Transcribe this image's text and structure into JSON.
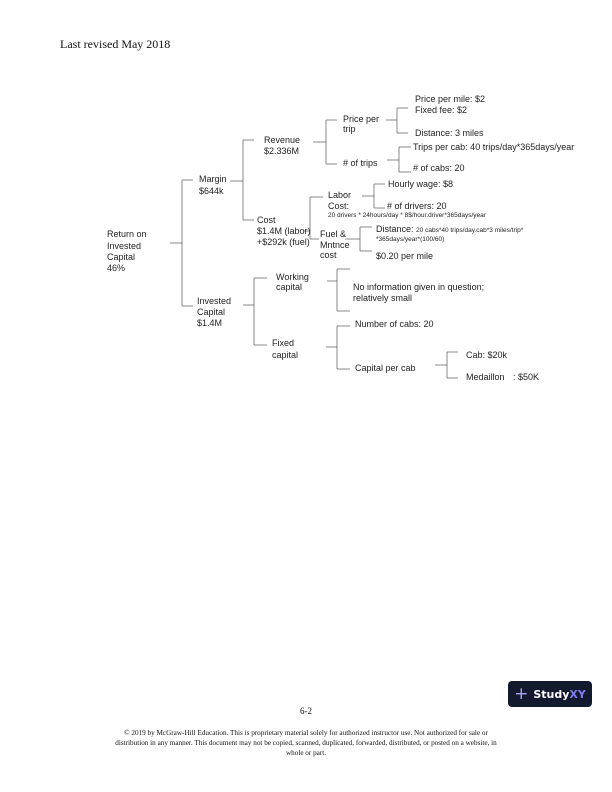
{
  "header": {
    "revised": "Last revised May 2018"
  },
  "tree": {
    "root": [
      "Return on",
      "Invested",
      "Capital",
      "46%"
    ],
    "margin": [
      "Margin",
      "$644k"
    ],
    "revenue": [
      "Revenue",
      "$2.336M"
    ],
    "price_per_trip": [
      "Price per",
      "trip"
    ],
    "price_per_mile": "Price per mile: $2",
    "fixed_fee": "Fixed fee: $2",
    "distance_miles": "Distance: 3 miles",
    "num_trips": "# of trips",
    "trips_per_cab": "Trips per cab: 40 trips/day*365days/year",
    "num_cabs": "# of cabs: 20",
    "cost": [
      "Cost",
      "$1.4M (labor)",
      "+$292k (fuel)"
    ],
    "labor_cost": [
      "Labor",
      "Cost:"
    ],
    "labor_formula": "20 drivers * 24hours/day * 8$/hour.driver*365days/year",
    "hourly_wage": "Hourly wage: $8",
    "num_drivers": "# of drivers: 20",
    "fuel_cost": [
      "Fuel &",
      "Mntnce",
      "cost"
    ],
    "distance_label": "Distance:",
    "distance_formula": [
      "20 cabs*40 trips/day.cab*3 miles/trip*",
      "*365days/year*(100/60)"
    ],
    "per_mile": "$0.20 per mile",
    "invested_capital": [
      "Invested",
      "Capital",
      "$1.4M"
    ],
    "working_capital": [
      "Working",
      "capital"
    ],
    "no_info": [
      "No information given in question;",
      "relatively small"
    ],
    "fixed_capital": [
      "Fixed",
      "capital"
    ],
    "number_of_cabs": "Number of cabs: 20",
    "capital_per_cab": "Capital per cab",
    "cab_cost": "Cab: $20k",
    "medallion": "Medaillon",
    "medallion_value": ": $50K"
  },
  "footer": {
    "page": "6-2",
    "copyright": [
      "© 2019 by McGraw-Hill Education. This is proprietary material solely for authorized instructor use. Not authorized for sale or",
      "distribution in any manner. This document may not be copied, scanned, duplicated, forwarded, distributed, or posted on a website, in",
      "whole or part."
    ]
  },
  "logo": {
    "text": "Study",
    "accent": "XY"
  }
}
